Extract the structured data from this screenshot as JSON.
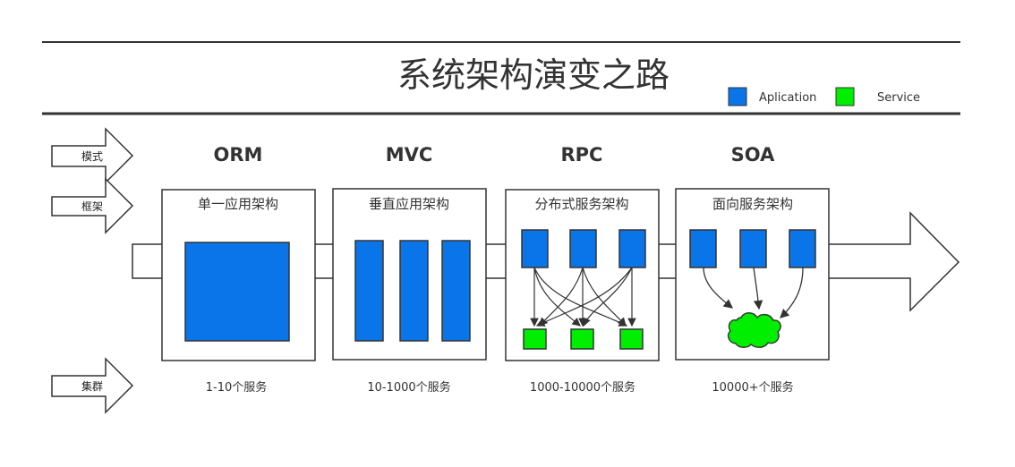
{
  "title": "系统架构演变之路",
  "legend": {
    "items": [
      {
        "label": "Aplication",
        "color": "#0a75e8"
      },
      {
        "label": "Service",
        "color": "#00ee00"
      }
    ]
  },
  "left_labels": {
    "mode": "模式",
    "framework": "框架",
    "cluster": "集群"
  },
  "stages": [
    {
      "label": "ORM",
      "box_title": "单一应用架构",
      "count": "1-10个服务"
    },
    {
      "label": "MVC",
      "box_title": "垂直应用架构",
      "count": "10-1000个服务"
    },
    {
      "label": "RPC",
      "box_title": "分布式服务架构",
      "count": "1000-10000个服务"
    },
    {
      "label": "SOA",
      "box_title": "面向服务架构",
      "count": "10000+个服务"
    }
  ],
  "colors": {
    "application": "#0a75e8",
    "service": "#00ee00",
    "stroke": "#333333"
  }
}
